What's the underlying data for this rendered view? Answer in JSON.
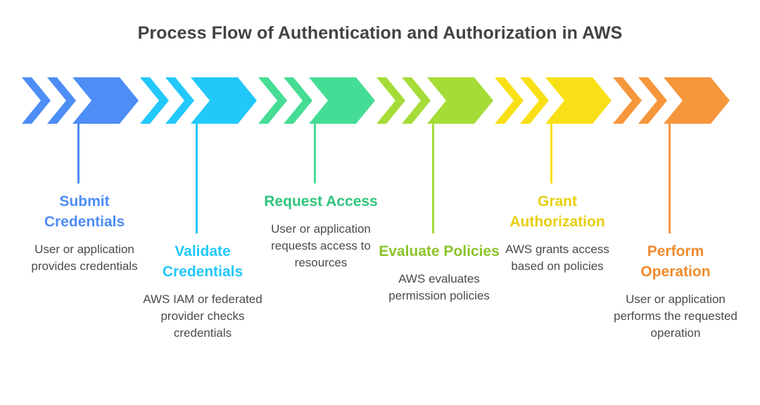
{
  "title": "Process Flow of Authentication and Authorization in AWS",
  "background_color": "#ffffff",
  "title_color": "#434343",
  "description_color": "#4a4a4a",
  "stages": [
    {
      "label": "Submit Credentials",
      "description": "User or application provides credentials",
      "color": "#4d8df6",
      "label_color": "#4d8df6",
      "variant": "high"
    },
    {
      "label": "Validate Credentials",
      "description": "AWS IAM or federated provider checks credentials",
      "color": "#22c8fa",
      "label_color": "#22c8fa",
      "variant": "low"
    },
    {
      "label": "Request Access",
      "description": "User or application requests access to resources",
      "color": "#45dd95",
      "label_color": "#2fc47d",
      "variant": "high"
    },
    {
      "label": "Evaluate Policies",
      "description": "AWS evaluates permission policies",
      "color": "#a5dc37",
      "label_color": "#8cc32b",
      "variant": "low"
    },
    {
      "label": "Grant Authorization",
      "description": "AWS grants access based on policies",
      "color": "#f8e016",
      "label_color": "#e8ce0d",
      "variant": "high"
    },
    {
      "label": "Perform Operation",
      "description": "User or application performs the requested operation",
      "color": "#f6963c",
      "label_color": "#ef8b2c",
      "variant": "low"
    }
  ]
}
